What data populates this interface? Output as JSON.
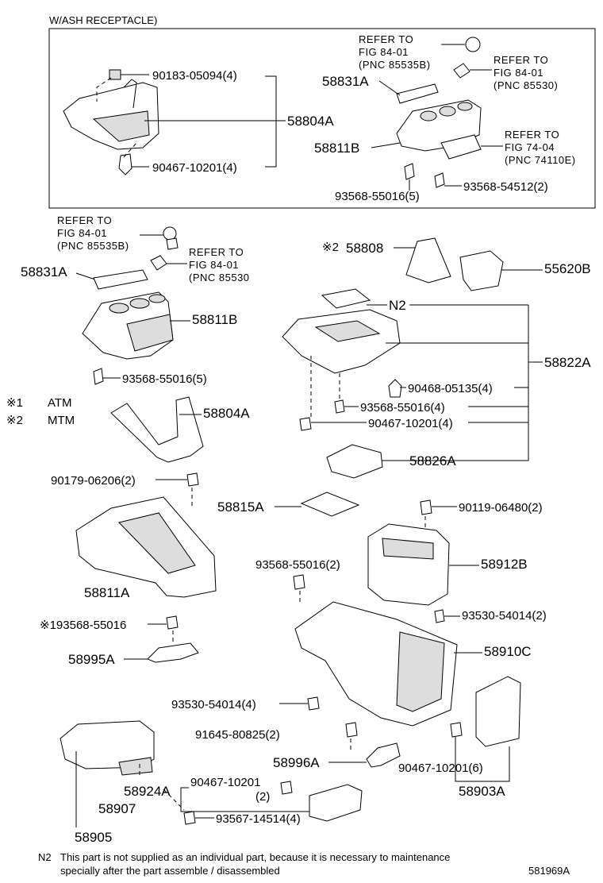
{
  "section_title": "W/ASH RECEPTACLE)",
  "legend": {
    "atm_mark": "※1",
    "atm": "ATM",
    "mtm_mark": "※2",
    "mtm": "MTM"
  },
  "inset": {
    "p_90183": "90183-05094(4)",
    "p_58804A": "58804A",
    "p_90467": "90467-10201(4)",
    "ref1_a": "REFER TO",
    "ref1_b": "FIG 84-01",
    "ref1_c": "(PNC 85535B)",
    "ref2_a": "REFER TO",
    "ref2_b": "FIG 84-01",
    "ref2_c": "(PNC 85530)",
    "ref3_a": "REFER TO",
    "ref3_b": "FIG 74-04",
    "ref3_c": "(PNC 74110E)",
    "p_58831A": "58831A",
    "p_58811B": "58811B",
    "p_93568_55016": "93568-55016(5)",
    "p_93568_54512": "93568-54512(2)"
  },
  "main": {
    "ref1_a": "REFER TO",
    "ref1_b": "FIG 84-01",
    "ref1_c": "(PNC 85535B)",
    "ref2_a": "REFER TO",
    "ref2_b": "FIG 84-01",
    "ref2_c": "(PNC 85530",
    "p_58831A": "58831A",
    "p_58811B": "58811B",
    "p_93568_55016_5": "93568-55016(5)",
    "p_58804A": "58804A",
    "p_90179": "90179-06206(2)",
    "p_58811A": "58811A",
    "p_93568_55016_m1": "※193568-55016",
    "p_58995A": "58995A",
    "p_58808_mark": "※2",
    "p_58808": "58808",
    "p_55620B": "55620B",
    "p_N2": "N2",
    "p_58822A": "58822A",
    "p_90468": "90468-05135(4)",
    "p_93568_55016_4": "93568-55016(4)",
    "p_90467_4": "90467-10201(4)",
    "p_58826A": "58826A",
    "p_58815A": "58815A",
    "p_90119": "90119-06480(2)",
    "p_58912B": "58912B",
    "p_93568_55016_2": "93568-55016(2)",
    "p_93530_2": "93530-54014(2)",
    "p_58910C": "58910C",
    "p_93530_4": "93530-54014(4)",
    "p_91645": "91645-80825(2)",
    "p_58996A": "58996A",
    "p_90467_6": "90467-10201(6)",
    "p_58903A": "58903A",
    "p_90467_single": "90467-10201",
    "p_90467_single_qty": "(2)",
    "p_58924A": "58924A",
    "p_58907": "58907",
    "p_58905": "58905",
    "p_93567": "93567-14514(4)"
  },
  "footnote": {
    "mark": "N2",
    "line1": "This part is not supplied as an individual part, because it is necessary to maintenance",
    "line2": "specially after the part assemble / disassembled",
    "fig_id": "581969A"
  }
}
